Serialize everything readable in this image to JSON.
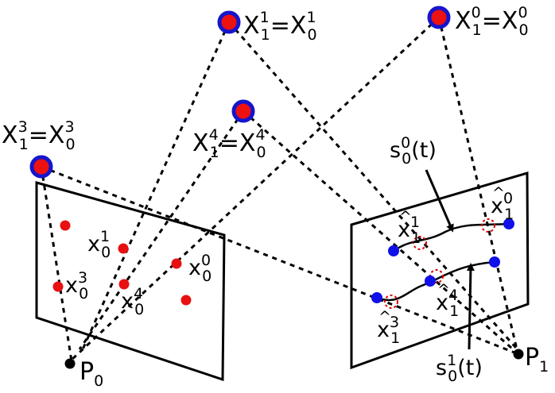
{
  "colors": {
    "ink": "#000000",
    "red": "#e81010",
    "blue": "#1010e8",
    "point_fill": "#ee1111",
    "point_ring": "#1515cc"
  },
  "world_points": {
    "x1": {
      "base": "X",
      "sub1": "1",
      "sup1": "1",
      "eq": "=",
      "sub2": "0",
      "sup2": "1"
    },
    "x0": {
      "base": "X",
      "sub1": "1",
      "sup1": "0",
      "eq": "=",
      "sub2": "0",
      "sup2": "0"
    },
    "x4": {
      "base": "X",
      "sub1": "1",
      "sup1": "4",
      "eq": "=",
      "sub2": "0",
      "sup2": "4"
    },
    "x3": {
      "base": "X",
      "sub1": "1",
      "sup1": "3",
      "eq": "=",
      "sub2": "0",
      "sup2": "3"
    }
  },
  "left_image_labels": {
    "p1": {
      "base": "x",
      "sub": "0",
      "sup": "1"
    },
    "p0": {
      "base": "x",
      "sub": "0",
      "sup": "0"
    },
    "p3": {
      "base": "x",
      "sub": "0",
      "sup": "3"
    },
    "p4": {
      "base": "x",
      "sub": "0",
      "sup": "4"
    }
  },
  "right_image_labels": {
    "h1": {
      "base": "x",
      "hat": "^",
      "sub": "1",
      "sup": "1"
    },
    "h0": {
      "base": "x",
      "hat": "^",
      "sub": "1",
      "sup": "0"
    },
    "h4": {
      "base": "x",
      "hat": "^",
      "sub": "1",
      "sup": "4"
    },
    "h3": {
      "base": "x",
      "hat": "^",
      "sub": "1",
      "sup": "3"
    }
  },
  "splines": {
    "s_top": {
      "base": "s",
      "sub": "0",
      "sup": "0",
      "arg": "(t)"
    },
    "s_bottom": {
      "base": "s",
      "sub": "0",
      "sup": "1",
      "arg": "(t)"
    }
  },
  "cameras": {
    "c0": {
      "base": "P",
      "sub": "0"
    },
    "c1": {
      "base": "P",
      "sub": "1"
    }
  }
}
